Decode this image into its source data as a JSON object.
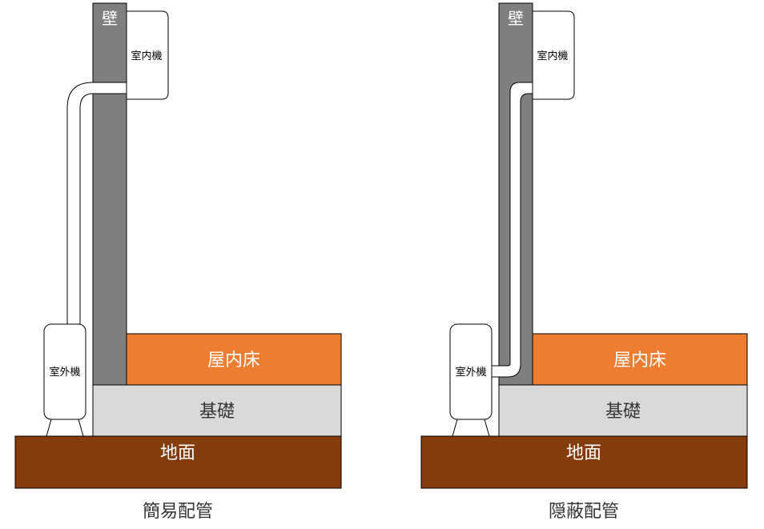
{
  "diagrams": [
    {
      "caption": "簡易配管",
      "wall_label": "壁",
      "indoor_unit_label": "室内機",
      "outdoor_unit_label": "室外機",
      "floor_label": "屋内床",
      "foundation_label": "基礎",
      "ground_label": "地面"
    },
    {
      "caption": "隠蔽配管",
      "wall_label": "壁",
      "indoor_unit_label": "室内機",
      "outdoor_unit_label": "室外機",
      "floor_label": "屋内床",
      "foundation_label": "基礎",
      "ground_label": "地面"
    }
  ],
  "colors": {
    "wall": "#7f7f7f",
    "floor": "#ed7d31",
    "foundation": "#d9d9d9",
    "ground": "#843c0c",
    "pipe": "#ffffff",
    "outline": "#000000"
  }
}
